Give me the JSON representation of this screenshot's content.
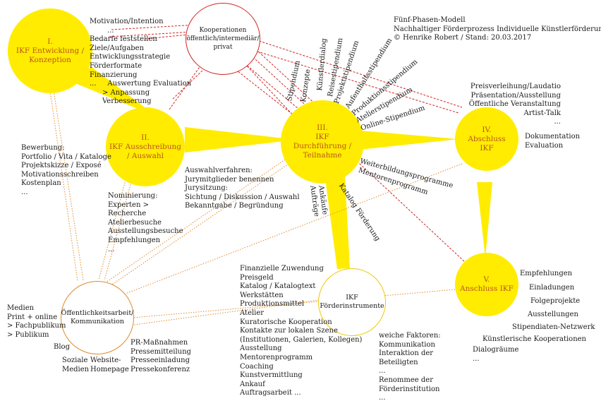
{
  "header": {
    "lines": [
      "Fünf-Phasen-Modell",
      "Nachhaltiger Förderprozess Individuelle Künstlerförderung [IKF]",
      "© Henrike Robert / Stand: 20.03.2017"
    ]
  },
  "phases": {
    "p1": [
      "I.",
      "IKF Entwicklung /",
      "Konzeption"
    ],
    "p2": [
      "II.",
      "IKF Ausschreibung",
      "/ Auswahl"
    ],
    "p3": [
      "III.",
      "IKF",
      "Durchführung /",
      "Teilnahme"
    ],
    "p4": [
      "IV.",
      "Abschluss",
      "IKF"
    ],
    "p5": [
      "V.",
      "Anschluss IKF"
    ]
  },
  "nodes": {
    "kooperationen": [
      "Kooperationen",
      "öffentlich/intermediär/",
      "privat"
    ],
    "oeffentlichkeit": [
      "Öffentlichkeitsarbeit/",
      "Kommunikation"
    ],
    "foerderinstrumente": [
      "IKF",
      "Förderinstrumente"
    ]
  },
  "phase1_notes": [
    "Motivation/Intention",
    "...",
    "Bedarfe feststellen",
    "Ziele/Aufgaben",
    "Entwicklungsstrategie",
    "Förderformate",
    "Finanzierung",
    "...     Auswertung Evaluation",
    "> Anpassung",
    "Verbesserung"
  ],
  "bewerbung": [
    "Bewerbung:",
    "Portfolio / Vita / Kataloge",
    "Projektskizze / Exposé",
    "Motivationsschreiben",
    "Kostenplan",
    "..."
  ],
  "nominierung": [
    "Nominierung:",
    "Experten >",
    "Recherche",
    "Atelierbesuche",
    "Ausstellungsbesuche",
    "Empfehlungen",
    "..."
  ],
  "auswahl": [
    "Auswahlverfahren:",
    "Jurymitglieder benennen",
    "Jurysitzung:",
    "Sichtung / Diskussion / Auswahl",
    "Bekanntgabe / Begründung"
  ],
  "formats": [
    "Stipendium",
    "Künstlerdialog",
    "Reisestipendium",
    "Projektstipendium",
    "Aufenthaltsstipendium",
    "Produktionsstipendium",
    "Atelierstipendium",
    "Online-Stipendium",
    "Weiterbildungsprogramme",
    "Mentorenprogramm",
    "Ankäufe",
    "Aufträge",
    "Katalog Förderung",
    "Konzepte"
  ],
  "abschluss_top": [
    "Preisverleihung/Laudatio",
    "Präsentation/Ausstellung",
    "Öffentliche Veranstaltung",
    "Artist-Talk",
    "..."
  ],
  "abschluss_bottom": [
    "Dokumentation",
    "Evaluation"
  ],
  "anschluss": [
    "Empfehlungen",
    "Einladungen",
    "Folgeprojekte",
    "Ausstellungen",
    "Stipendiaten-Netzwerk",
    "Künstlerische Kooperationen",
    "Dialogräume",
    "..."
  ],
  "instrumente_list": [
    "Finanzielle Zuwendung",
    "Preisgeld",
    "Katalog / Katalogtext",
    "Werkstätten",
    "Produktionsmittel",
    "Atelier",
    "Kuratorische Kooperation",
    "Kontakte zur lokalen Szene",
    "(Institutionen, Galerien, Kollegen)",
    "Ausstellung",
    "Mentorenprogramm",
    "Coaching",
    "Kunstvermittlung",
    "Ankauf",
    "Auftragsarbeit ..."
  ],
  "weiche_faktoren": [
    "weiche Faktoren:",
    "Kommunikation",
    "Interaktion der",
    "Beteiligten",
    "...",
    "Renommee der",
    "Förderinstitution",
    "..."
  ],
  "medien": [
    "Medien",
    "Print + online",
    "> Fachpublikum",
    "> Publikum"
  ],
  "pr": [
    "PR-Maßnahmen",
    "Pressemitteilung",
    "Presseeinladung",
    "Pressekonferenz"
  ],
  "blog": "Blog",
  "social": [
    "Soziale",
    "Medien"
  ],
  "website": [
    "Website-",
    "Homepage"
  ],
  "colors": {
    "circle": "#ffec00",
    "kooperation_line": "#d42323",
    "kommunikation_line": "#e08a2a",
    "phase_label": "#b8551a"
  }
}
